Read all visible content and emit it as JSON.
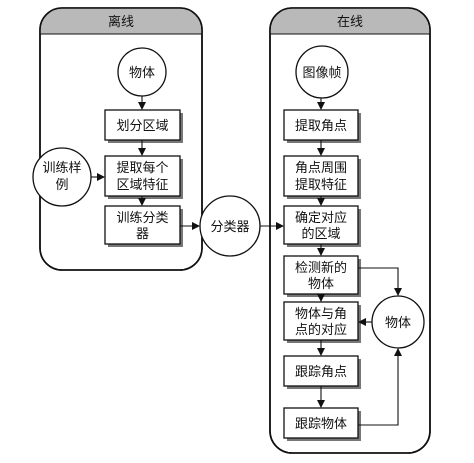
{
  "panels": {
    "offline": {
      "title": "离线"
    },
    "online": {
      "title": "在线"
    }
  },
  "offline": {
    "object_circle": "物体",
    "partition_box": "划分区域",
    "extract_box": [
      "提取每个",
      "区域特征"
    ],
    "train_box": [
      "训练分类",
      "器"
    ],
    "samples_circle": [
      "训练样",
      "例"
    ]
  },
  "classifier_circle": "分类器",
  "online": {
    "frame_circle": "图像帧",
    "extract_corners_box": "提取角点",
    "surround_features_box": [
      "角点周围",
      "提取特征"
    ],
    "determine_region_box": [
      "确定对应",
      "的区域"
    ],
    "detect_new_box": [
      "检测新的",
      "物体"
    ],
    "correspondence_box": [
      "物体与角",
      "点的对应"
    ],
    "track_corners_box": "跟踪角点",
    "track_objects_box": "跟踪物体",
    "object_circle": "物体"
  }
}
